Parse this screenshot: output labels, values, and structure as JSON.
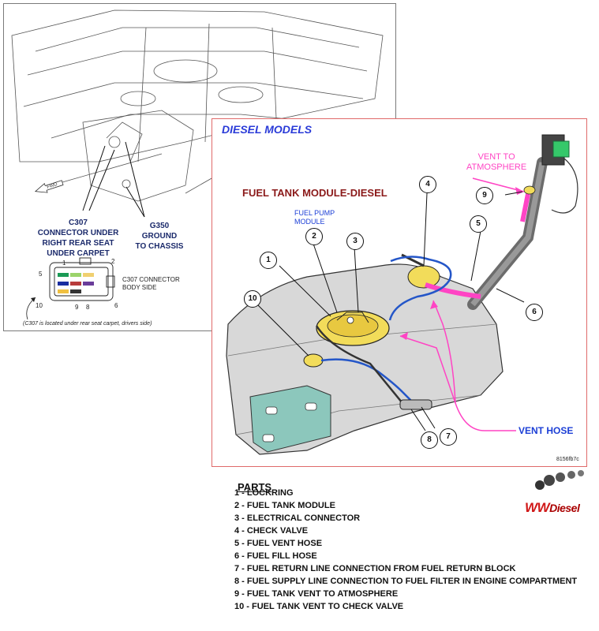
{
  "left_panel": {
    "connector_label": "C307\nCONNECTOR UNDER\nRIGHT REAR SEAT\nUNDER CARPET",
    "ground_label": "G350\nGROUND\nTO CHASSIS",
    "connector_view_label": "C307 CONNECTOR\nBODY SIDE",
    "pins": [
      "1",
      "2",
      "5",
      "6",
      "9",
      "8",
      "10"
    ],
    "note": "(C307 is located under rear seat carpet, drivers side)",
    "fwd_label": "FWD"
  },
  "right_panel": {
    "heading": "DIESEL MODELS",
    "module_heading": "FUEL TANK MODULE-DIESEL",
    "fuel_pump_label": "FUEL PUMP\nMODULE",
    "vent_to_atmosphere": "VENT TO\nATMOSPHERE",
    "vent_hose_label": "VENT HOSE",
    "figure_id": "8156fb7c",
    "callouts": [
      "1",
      "2",
      "3",
      "4",
      "5",
      "6",
      "7",
      "8",
      "9",
      "10"
    ]
  },
  "parts": {
    "title": "PARTS",
    "items": [
      "1 - LOCKRING",
      "2 - FUEL TANK MODULE",
      "3 - ELECTRICAL CONNECTOR",
      "4 - CHECK VALVE",
      "5 - FUEL VENT HOSE",
      "6 - FUEL FILL HOSE",
      "7 - FUEL RETURN LINE CONNECTION FROM FUEL RETURN BLOCK",
      "8 - FUEL SUPPLY LINE CONNECTION TO FUEL FILTER IN ENGINE COMPARTMENT",
      "9 - FUEL TANK VENT TO ATMOSPHERE",
      "10 - FUEL TANK VENT TO CHECK VALVE"
    ]
  },
  "logo": {
    "text_main": "WW",
    "text_sub": "Diesel"
  },
  "colors": {
    "navy_label": "#1b2a6b",
    "diesel_heading": "#2a3bd8",
    "module_heading": "#8b1a1a",
    "vent_pink": "#ff44c4",
    "fuel_line_blue": "#2456c8",
    "tank_gray": "#d8d8d8",
    "heat_shield_teal": "#8cc7bc",
    "logo_red": "#d01818"
  }
}
